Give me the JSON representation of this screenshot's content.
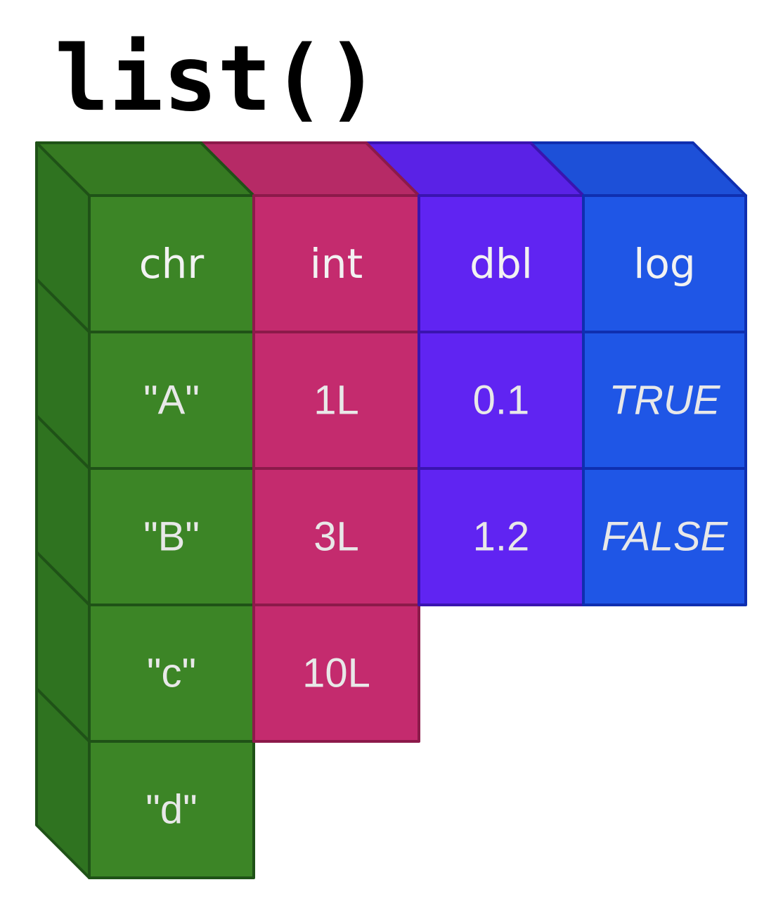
{
  "title": "list()",
  "columns": [
    {
      "header": "chr",
      "color": "#3c8526",
      "stroke": "#1f5217",
      "top_color": "#367a22",
      "side_color": "#2f7320",
      "italic": false,
      "values": [
        "\"A\"",
        "\"B\"",
        "\"c\"",
        "\"d\""
      ]
    },
    {
      "header": "int",
      "color": "#c42b6e",
      "stroke": "#8c1a4a",
      "top_color": "#b62a66",
      "side_color": "#a8265e",
      "italic": false,
      "values": [
        "1L",
        "3L",
        "10L"
      ]
    },
    {
      "header": "dbl",
      "color": "#6024f2",
      "stroke": "#3a14b0",
      "top_color": "#5a22e6",
      "side_color": "#521fd4",
      "italic": false,
      "values": [
        "0.1",
        "1.2"
      ]
    },
    {
      "header": "log",
      "color": "#1f56e6",
      "stroke": "#0f2fb0",
      "top_color": "#1d50d8",
      "side_color": "#1a48c4",
      "italic": true,
      "values": [
        "TRUE",
        "FALSE"
      ]
    }
  ]
}
